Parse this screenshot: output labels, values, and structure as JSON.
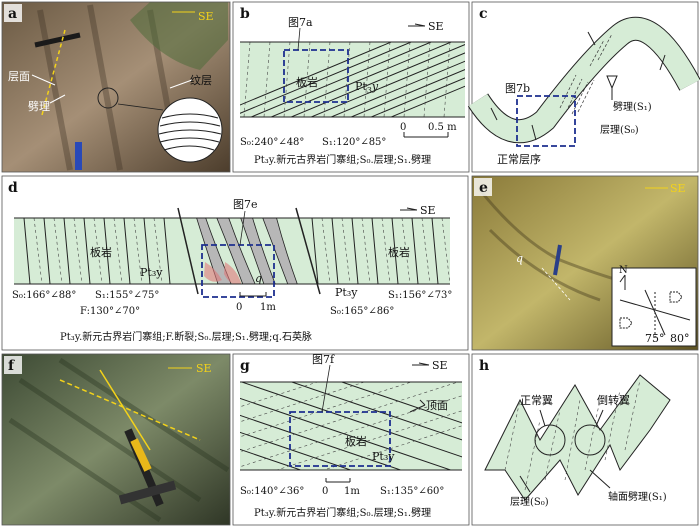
{
  "colors": {
    "rock_fill": "#d6ecd6",
    "box": "#1d2f8f",
    "yellow": "#f3d21a",
    "quartz": "#e07a7a"
  },
  "panels": {
    "a": {
      "letter": "a",
      "dir": "SE",
      "bedding": "层面",
      "cleavage": "劈理",
      "laminae": "纹层"
    },
    "b": {
      "letter": "b",
      "dir": "SE",
      "fig": "图7a",
      "rock": "板岩",
      "unit": "Pt",
      "unit_sub": "3",
      "unit_tail": "y",
      "s0": "S₀:240°∠48°",
      "s1": "S₁:120°∠85°",
      "scale0": "0",
      "scale1": "0.5 m",
      "caption": "Pt₃y.新元古界岩门寨组;S₀.层理;S₁.劈理"
    },
    "c": {
      "letter": "c",
      "fig": "图7b",
      "cleavage": "劈理(S₁)",
      "bedding": "层理(S₀)",
      "normal": "正常层序"
    },
    "d": {
      "letter": "d",
      "dir": "SE",
      "fig": "图7e",
      "rock_left": "板岩",
      "rock_right": "板岩",
      "unit_left": "Pt₃y",
      "unit_right": "Pt₃y",
      "q": "q",
      "s0_left": "S₀:166°∠88°",
      "s1_left": "S₁:155°∠75°",
      "fault": "F:130°∠70°",
      "s0_right": "S₀:165°∠86°",
      "s1_right": "S₁:156°∠73°",
      "scale0": "0",
      "scale1": "1m",
      "caption": "Pt₃y.新元古界岩门寨组;F.断裂;S₀.层理;S₁.劈理;q.石英脉"
    },
    "e": {
      "letter": "e",
      "dir": "SE",
      "north": "N",
      "q": "q",
      "dip1": "75°",
      "dip2": "80°"
    },
    "f": {
      "letter": "f",
      "dir": "SE"
    },
    "g": {
      "letter": "g",
      "dir": "SE",
      "fig": "图7f",
      "rock": "板岩",
      "unit": "Pt₃y",
      "top": "顶面",
      "s0": "S₀:140°∠36°",
      "s1": "S₁:135°∠60°",
      "scale0": "0",
      "scale1": "1m",
      "caption": "Pt₃y.新元古界岩门寨组;S₀.层理;S₁.劈理"
    },
    "h": {
      "letter": "h",
      "normal_limb": "正常翼",
      "overturned_limb": "倒转翼",
      "bedding": "层理(S₀)",
      "axial_cleavage": "轴面劈理(S₁)"
    }
  }
}
